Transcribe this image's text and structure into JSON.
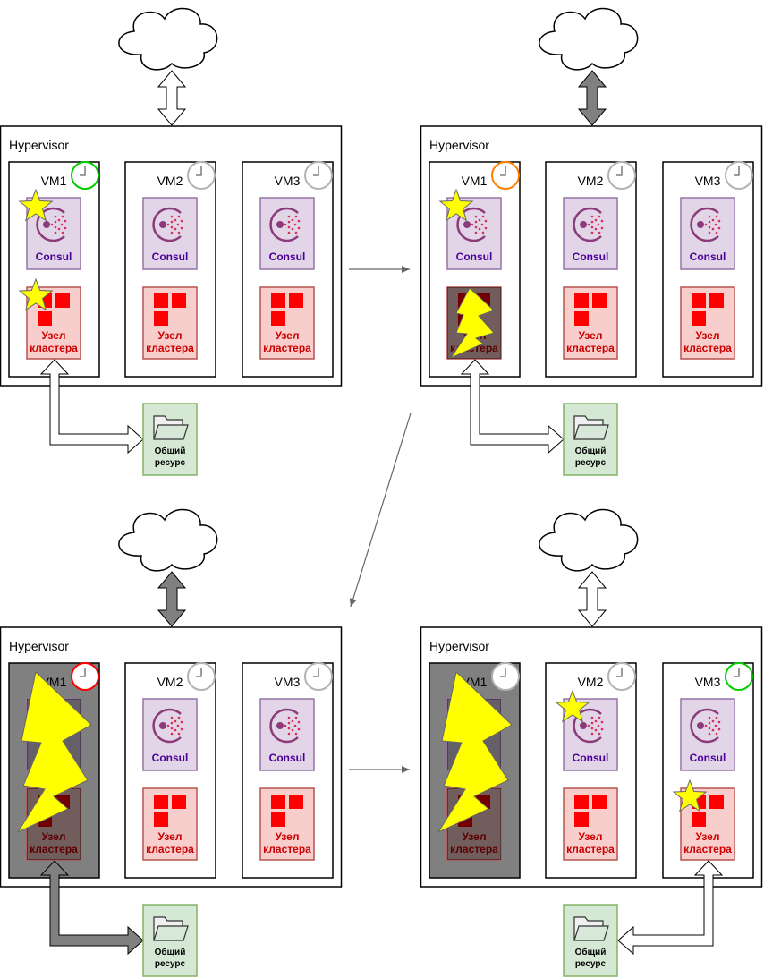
{
  "hypervisor_label": "Hypervisor",
  "consul_label": "Consul",
  "node_label_line1": "Узел",
  "node_label_line2": "кластера",
  "share_label_line1": "Общий",
  "share_label_line2": "ресурс",
  "colors": {
    "timer_active": "#00cc00",
    "timer_warning": "#ff8000",
    "timer_failed": "#ff0000",
    "timer_idle": "#b3b3b3",
    "consul_fill": "#e1d5e7",
    "consul_stroke": "#9673a6",
    "node_fill": "#f8cecc",
    "node_stroke": "#b85450",
    "share_fill": "#d5e8d4",
    "share_stroke": "#82b366",
    "star": "#ffff00",
    "lightning": "#ffff00",
    "failed_vm": "#808080",
    "link_active": "#ffffff",
    "link_inactive": "#808080"
  },
  "panels": [
    {
      "id": "step-1",
      "cloud_link": "active",
      "share_link": "active",
      "share_link_from": "VM1",
      "vms": [
        {
          "name": "VM1",
          "timer": "active",
          "failed": false,
          "leader_consul": true,
          "leader_node": true,
          "lightning": "none"
        },
        {
          "name": "VM2",
          "timer": "idle",
          "failed": false,
          "leader_consul": false,
          "leader_node": false,
          "lightning": "none"
        },
        {
          "name": "VM3",
          "timer": "idle",
          "failed": false,
          "leader_consul": false,
          "leader_node": false,
          "lightning": "none"
        }
      ]
    },
    {
      "id": "step-2",
      "cloud_link": "inactive",
      "share_link": "active",
      "share_link_from": "VM1",
      "vms": [
        {
          "name": "VM1",
          "timer": "warning",
          "failed": false,
          "leader_consul": true,
          "leader_node": false,
          "lightning": "node"
        },
        {
          "name": "VM2",
          "timer": "idle",
          "failed": false,
          "leader_consul": false,
          "leader_node": false,
          "lightning": "none"
        },
        {
          "name": "VM3",
          "timer": "idle",
          "failed": false,
          "leader_consul": false,
          "leader_node": false,
          "lightning": "none"
        }
      ]
    },
    {
      "id": "step-3",
      "cloud_link": "inactive",
      "share_link": "inactive",
      "share_link_from": "VM1",
      "vms": [
        {
          "name": "VM1",
          "timer": "failed",
          "failed": true,
          "leader_consul": false,
          "leader_node": false,
          "lightning": "vm"
        },
        {
          "name": "VM2",
          "timer": "idle",
          "failed": false,
          "leader_consul": false,
          "leader_node": false,
          "lightning": "none"
        },
        {
          "name": "VM3",
          "timer": "idle",
          "failed": false,
          "leader_consul": false,
          "leader_node": false,
          "lightning": "none"
        }
      ]
    },
    {
      "id": "step-4",
      "cloud_link": "active",
      "share_link": "active",
      "share_link_from": "VM3",
      "vms": [
        {
          "name": "VM1",
          "timer": "idle",
          "failed": true,
          "leader_consul": false,
          "leader_node": false,
          "lightning": "vm"
        },
        {
          "name": "VM2",
          "timer": "idle",
          "failed": false,
          "leader_consul": true,
          "leader_node": false,
          "lightning": "none"
        },
        {
          "name": "VM3",
          "timer": "active",
          "failed": false,
          "leader_consul": false,
          "leader_node": true,
          "lightning": "none"
        }
      ]
    }
  ]
}
